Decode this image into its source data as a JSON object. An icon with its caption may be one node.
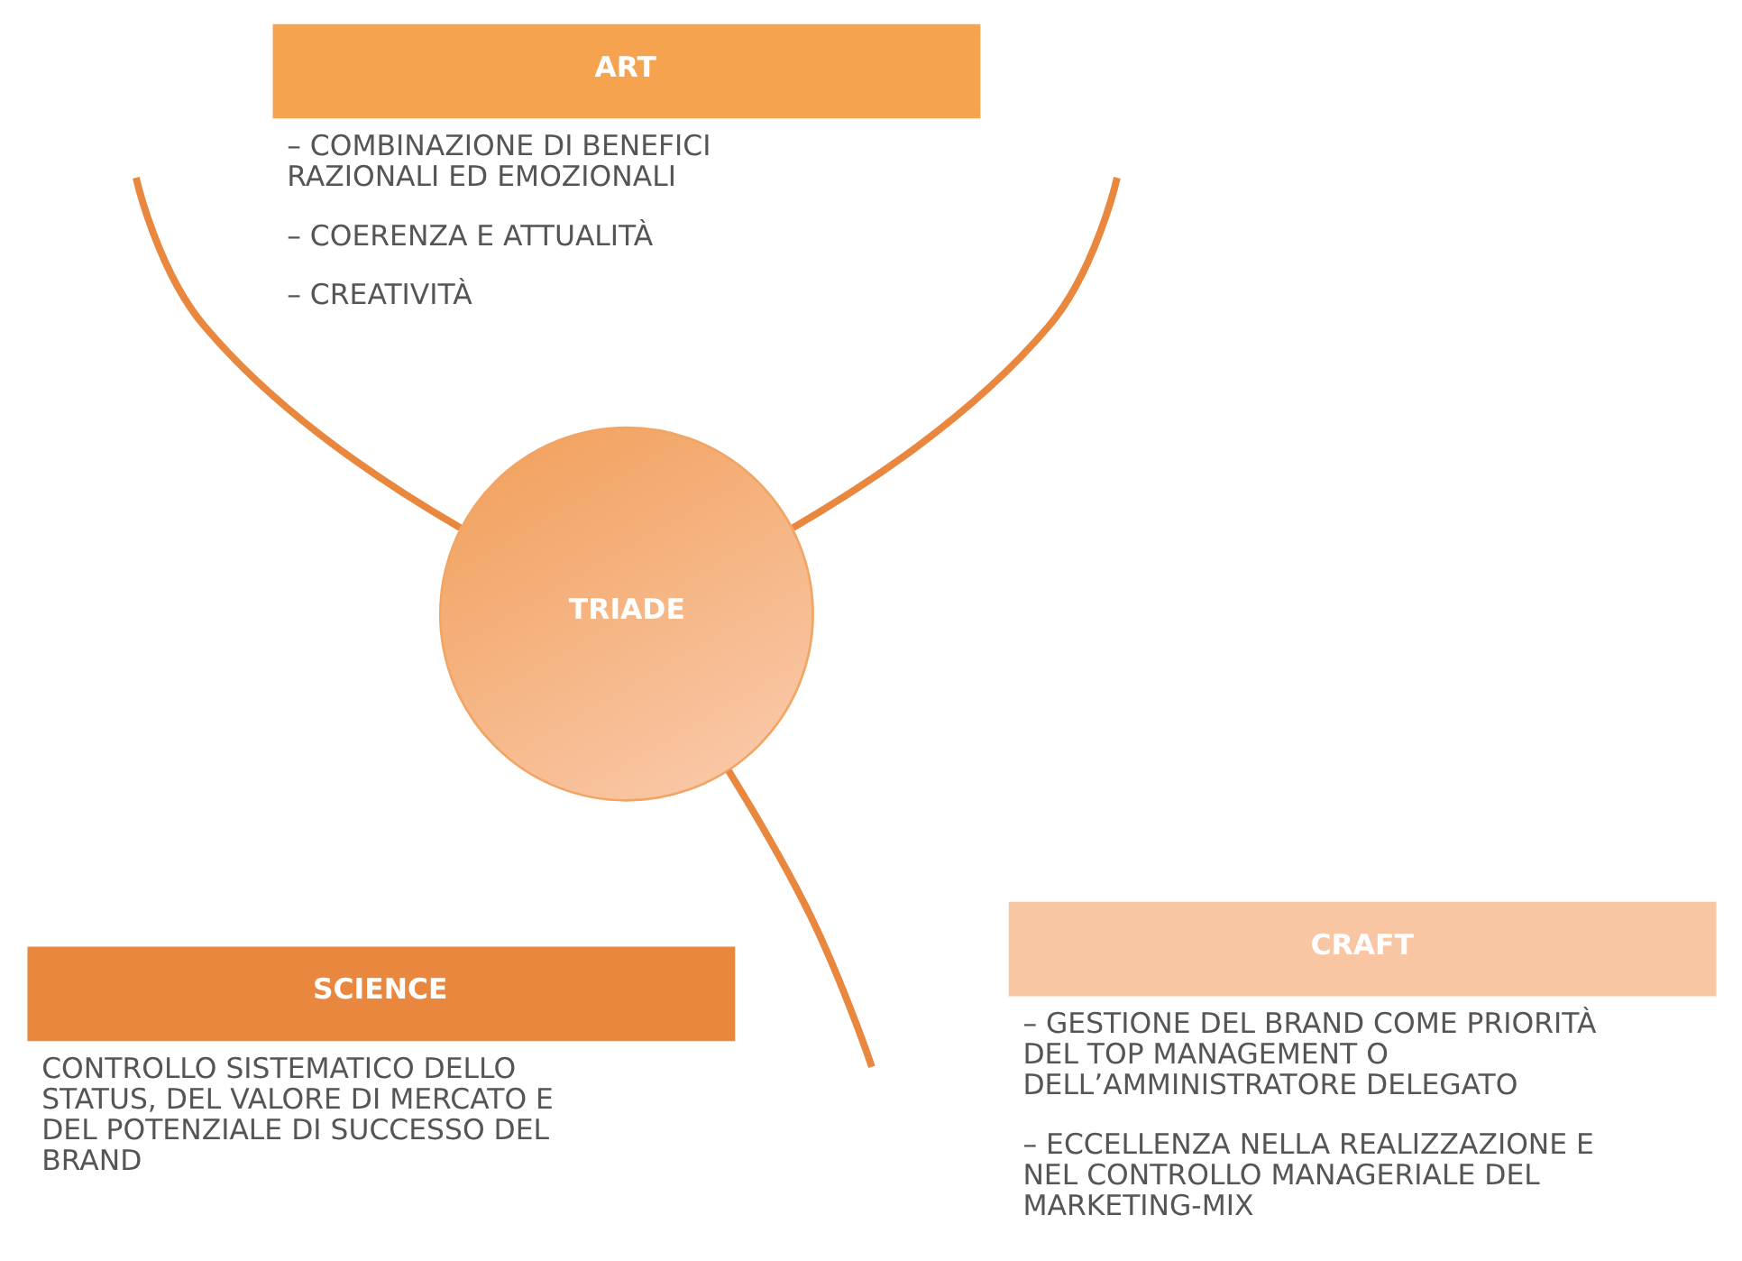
{
  "diagram": {
    "nodes": [
      {
        "text": [
          "ART"
        ],
        "beside": [
          "– COMBINAZIONE DI BENEFICI RAZIONALI ED EMOZIONALI",
          "– COERENZA E ATTUALITÀ",
          "– CREATIVITÀ"
        ]
      },
      {
        "text": [
          "TRIADE"
        ]
      },
      {
        "text": [
          "SCIENCE"
        ],
        "beside": [
          "CONTROLLO SISTEMATICO DELLO STATUS, DEL VALORE DI MERCATO E DEL POTENZIALE DI SUCCESSO DEL BRAND"
        ]
      },
      {
        "text": [
          "CRAFT"
        ],
        "beside": [
          "– GESTIONE DEL BRAND COME PRIORITÀ DEL TOP MANAGEMENT O DELL’AMMINISTRATORE DELEGATO",
          "– ECCELLENZA NELLA REALIZZAZIONE E NEL CONTROLLO MANAGERIALE DEL MARKETING-MIX"
        ]
      }
    ],
    "edges": [
      {
        "from": 1,
        "to": null,
        "arrow": "none",
        "color": "#e8873d"
      },
      {
        "from": 1,
        "to": null,
        "arrow": "none",
        "color": "#e8873d"
      },
      {
        "from": 1,
        "to": null,
        "arrow": "none",
        "color": "#e8873d"
      }
    ]
  }
}
